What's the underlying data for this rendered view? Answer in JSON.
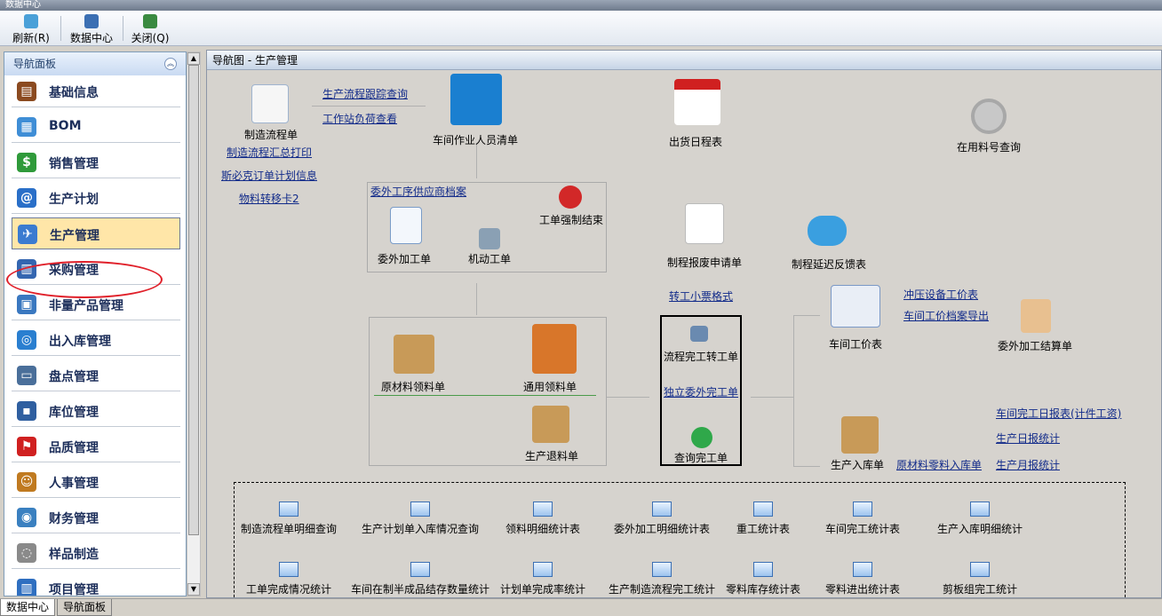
{
  "window": {
    "title": "数据中心"
  },
  "toolbar": {
    "refresh": "刷新(R)",
    "datacenter": "数据中心",
    "close": "关闭(Q)"
  },
  "sidebar": {
    "title": "导航面板",
    "items": [
      {
        "label": "基础信息",
        "icon": "briefcase-icon",
        "color": "#8b4a20"
      },
      {
        "label": "BOM",
        "icon": "bom-grid-icon",
        "color": "#3f8ed6"
      },
      {
        "label": "销售管理",
        "icon": "dollar-icon",
        "color": "#2f9a3a"
      },
      {
        "label": "生产计划",
        "icon": "at-sign-icon",
        "color": "#2a6fc8"
      },
      {
        "label": "生产管理",
        "icon": "airplane-icon",
        "color": "#3b7bd0"
      },
      {
        "label": "采购管理",
        "icon": "cart-icon",
        "color": "#3466b0"
      },
      {
        "label": "非量产品管理",
        "icon": "toolbox-icon",
        "color": "#3a78c0"
      },
      {
        "label": "出入库管理",
        "icon": "refresh-circle-icon",
        "color": "#2a7fd0"
      },
      {
        "label": "盘点管理",
        "icon": "computer-icon",
        "color": "#4a6f9a"
      },
      {
        "label": "库位管理",
        "icon": "floppy-icon",
        "color": "#2f5fa0"
      },
      {
        "label": "品质管理",
        "icon": "flag-icon",
        "color": "#d02020"
      },
      {
        "label": "人事管理",
        "icon": "people-icon",
        "color": "#c07a20"
      },
      {
        "label": "财务管理",
        "icon": "eye-icon",
        "color": "#3a80c0"
      },
      {
        "label": "样品制造",
        "icon": "disc-icon",
        "color": "#8a8a8a"
      },
      {
        "label": "项目管理",
        "icon": "building-icon",
        "color": "#2f6fc0"
      }
    ]
  },
  "main": {
    "header": "导航图 -   生产管理",
    "items": {
      "mfg_flow": "制造流程单",
      "mfg_flow_print": "制造流程汇总打印",
      "order_plan": "斯必克订单计划信息",
      "material_card": "物料转移卡2",
      "flow_track": "生产流程跟踪查询",
      "station_load": "工作站负荷查看",
      "workers": "车间作业人员清单",
      "ship_schedule": "出货日程表",
      "material_query": "在用料号查询",
      "outsource_vendor": "委外工序供应商档案",
      "force_close": "工单强制结束",
      "outsource_order": "委外加工单",
      "mobile_order": "机动工单",
      "scrap_request": "制程报废申请单",
      "delay_feedback": "制程延迟反馈表",
      "transfer_ticket": "转工小票格式",
      "raw_pick": "原材料领料单",
      "general_pick": "通用领料单",
      "return_pick": "生产退料单",
      "flow_transfer": "流程完工转工单",
      "indep_outsource": "独立委外完工单",
      "query_complete": "查询完工单",
      "workshop_price": "车间工价表",
      "press_price": "冲压设备工价表",
      "workshop_price_export": "车间工价档案导出",
      "outsource_settle": "委外加工结算单",
      "daily_report": "车间完工日报表(计件工资)",
      "daily_stat": "生产日报统计",
      "monthly_stat": "生产月报统计",
      "production_in": "生产入库单",
      "raw_parts_in": "原材料零料入库单"
    },
    "reports": [
      "制造流程单明细查询",
      "生产计划单入库情况查询",
      "领料明细统计表",
      "委外加工明细统计表",
      "重工统计表",
      "车间完工统计表",
      "生产入库明细统计",
      "工单完成情况统计",
      "车间在制半成品结存数量统计",
      "计划单完成率统计",
      "生产制造流程完工统计",
      "零料库存统计表",
      "零料进出统计表",
      "剪板组完工统计"
    ]
  },
  "bottom_tabs": [
    "数据中心",
    "导航面板"
  ]
}
